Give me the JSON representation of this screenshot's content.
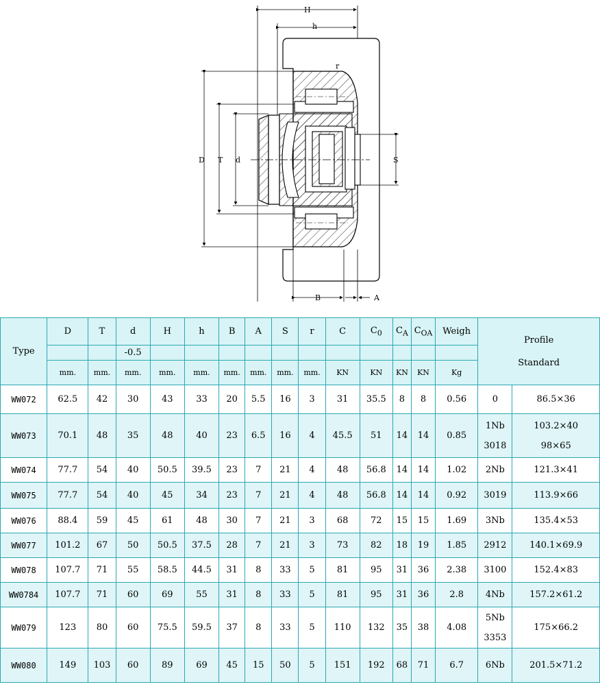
{
  "drawing": {
    "labels": {
      "H": "H",
      "h": "h",
      "r": "r",
      "D": "D",
      "T": "T",
      "d": "d",
      "S": "S",
      "B": "B",
      "A": "A"
    }
  },
  "table": {
    "headers": {
      "type": "Type",
      "cols": [
        "D",
        "T",
        "d",
        "H",
        "h",
        "B",
        "A",
        "S",
        "r",
        "C",
        "C",
        "C",
        "C",
        "Weigh"
      ],
      "subscripts": {
        "co": "0",
        "ca": "A",
        "coa": "OA"
      },
      "tolerance_d": "-0.5",
      "profile_line1": "Profile",
      "profile_line2": "Standard",
      "units": [
        "mm.",
        "mm.",
        "mm.",
        "mm.",
        "mm.",
        "mm.",
        "mm.",
        "mm.",
        "mm.",
        "KN",
        "KN",
        "KN",
        "KN",
        "Kg"
      ]
    },
    "rows": [
      {
        "type": "WW072",
        "D": "62.5",
        "T": "42",
        "d": "30",
        "H": "43",
        "h": "33",
        "B": "20",
        "A": "5.5",
        "S": "16",
        "r": "3",
        "C": "31",
        "C0": "35.5",
        "CA": "8",
        "COA": "8",
        "W": "0.56",
        "p1": "0",
        "p1b": "",
        "p2": "86.5×36",
        "p2b": ""
      },
      {
        "type": "WW073",
        "D": "70.1",
        "T": "48",
        "d": "35",
        "H": "48",
        "h": "40",
        "B": "23",
        "A": "6.5",
        "S": "16",
        "r": "4",
        "C": "45.5",
        "C0": "51",
        "CA": "14",
        "COA": "14",
        "W": "0.85",
        "p1": "1Nb",
        "p1b": "3018",
        "p2": "103.2×40",
        "p2b": "98×65"
      },
      {
        "type": "WW074",
        "D": "77.7",
        "T": "54",
        "d": "40",
        "H": "50.5",
        "h": "39.5",
        "B": "23",
        "A": "7",
        "S": "21",
        "r": "4",
        "C": "48",
        "C0": "56.8",
        "CA": "14",
        "COA": "14",
        "W": "1.02",
        "p1": "2Nb",
        "p1b": "",
        "p2": "121.3×41",
        "p2b": ""
      },
      {
        "type": "WW075",
        "D": "77.7",
        "T": "54",
        "d": "40",
        "H": "45",
        "h": "34",
        "B": "23",
        "A": "7",
        "S": "21",
        "r": "4",
        "C": "48",
        "C0": "56.8",
        "CA": "14",
        "COA": "14",
        "W": "0.92",
        "p1": "3019",
        "p1b": "",
        "p2": "113.9×66",
        "p2b": ""
      },
      {
        "type": "WW076",
        "D": "88.4",
        "T": "59",
        "d": "45",
        "H": "61",
        "h": "48",
        "B": "30",
        "A": "7",
        "S": "21",
        "r": "3",
        "C": "68",
        "C0": "72",
        "CA": "15",
        "COA": "15",
        "W": "1.69",
        "p1": "3Nb",
        "p1b": "",
        "p2": "135.4×53",
        "p2b": ""
      },
      {
        "type": "WW077",
        "D": "101.2",
        "T": "67",
        "d": "50",
        "H": "50.5",
        "h": "37.5",
        "B": "28",
        "A": "7",
        "S": "21",
        "r": "3",
        "C": "73",
        "C0": "82",
        "CA": "18",
        "COA": "19",
        "W": "1.85",
        "p1": "2912",
        "p1b": "",
        "p2": "140.1×69.9",
        "p2b": ""
      },
      {
        "type": "WW078",
        "D": "107.7",
        "T": "71",
        "d": "55",
        "H": "58.5",
        "h": "44.5",
        "B": "31",
        "A": "8",
        "S": "33",
        "r": "5",
        "C": "81",
        "C0": "95",
        "CA": "31",
        "COA": "36",
        "W": "2.38",
        "p1": "3100",
        "p1b": "",
        "p2": "152.4×83",
        "p2b": ""
      },
      {
        "type": "WW0784",
        "D": "107.7",
        "T": "71",
        "d": "60",
        "H": "69",
        "h": "55",
        "B": "31",
        "A": "8",
        "S": "33",
        "r": "5",
        "C": "81",
        "C0": "95",
        "CA": "31",
        "COA": "36",
        "W": "2.8",
        "p1": "4Nb",
        "p1b": "",
        "p2": "157.2×61.2",
        "p2b": ""
      },
      {
        "type": "WW079",
        "D": "123",
        "T": "80",
        "d": "60",
        "H": "75.5",
        "h": "59.5",
        "B": "37",
        "A": "8",
        "S": "33",
        "r": "5",
        "C": "110",
        "C0": "132",
        "CA": "35",
        "COA": "38",
        "W": "4.08",
        "p1": "5Nb",
        "p1b": "3353",
        "p2": "175×66.2",
        "p2b": ""
      },
      {
        "type": "WW080",
        "D": "149",
        "T": "103",
        "d": "60",
        "H": "89",
        "h": "69",
        "B": "45",
        "A": "15",
        "S": "50",
        "r": "5",
        "C": "151",
        "C0": "192",
        "CA": "68",
        "COA": "71",
        "W": "6.7",
        "p1": "6Nb",
        "p1b": "",
        "p2": "201.5×71.2",
        "p2b": ""
      }
    ],
    "row_heights": [
      42,
      64,
      36,
      38,
      36,
      36,
      36,
      36,
      60,
      50
    ],
    "alt_rows": [
      1,
      3,
      5,
      7,
      9
    ]
  }
}
